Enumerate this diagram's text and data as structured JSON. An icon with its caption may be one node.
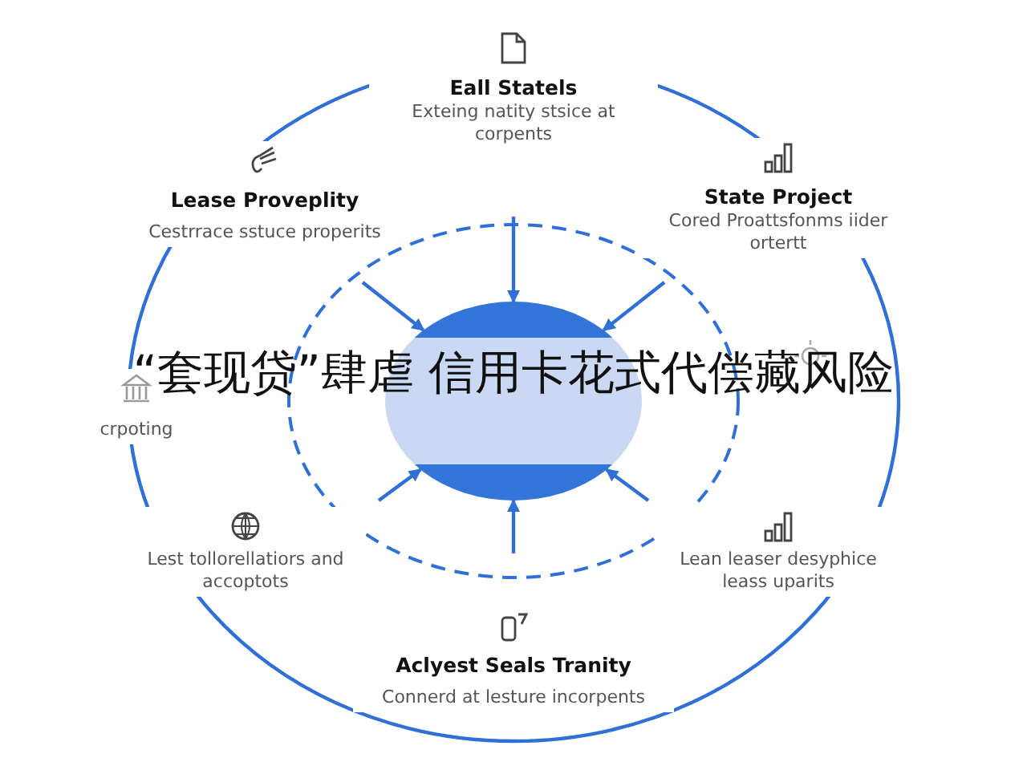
{
  "diagram": {
    "title": "“套现贷”肆虐 信用卡花式代偿藏风险",
    "nodes": [
      {
        "text": [
          "Eall Statels",
          "Exteing natity stsice at corpents"
        ]
      },
      {
        "text": [
          "Lease Proveplity",
          "Cestrrace sstuce properits"
        ]
      },
      {
        "text": [
          "State Project",
          "Cored Proattsfonms iider ortertt"
        ]
      },
      {
        "text": [
          "crpoting"
        ]
      },
      {
        "text": [
          "Lest tollorellatiors and accoptots"
        ]
      },
      {
        "text": [
          "Lean leaser desyphice leass uparits"
        ]
      },
      {
        "text": [
          "Aclyest Seals Tranity",
          "Connerd at lesture incorpents"
        ]
      },
      {
        "text": [],
        "shape": "circle"
      }
    ],
    "edges": [
      {
        "from": null,
        "to": 7,
        "arrow": "to"
      },
      {
        "from": null,
        "to": 7,
        "arrow": "to"
      },
      {
        "from": null,
        "to": 7,
        "arrow": "to"
      },
      {
        "from": null,
        "to": 7,
        "arrow": "to"
      },
      {
        "from": null,
        "to": 7,
        "arrow": "to"
      },
      {
        "from": null,
        "to": 7,
        "arrow": "to"
      }
    ]
  }
}
